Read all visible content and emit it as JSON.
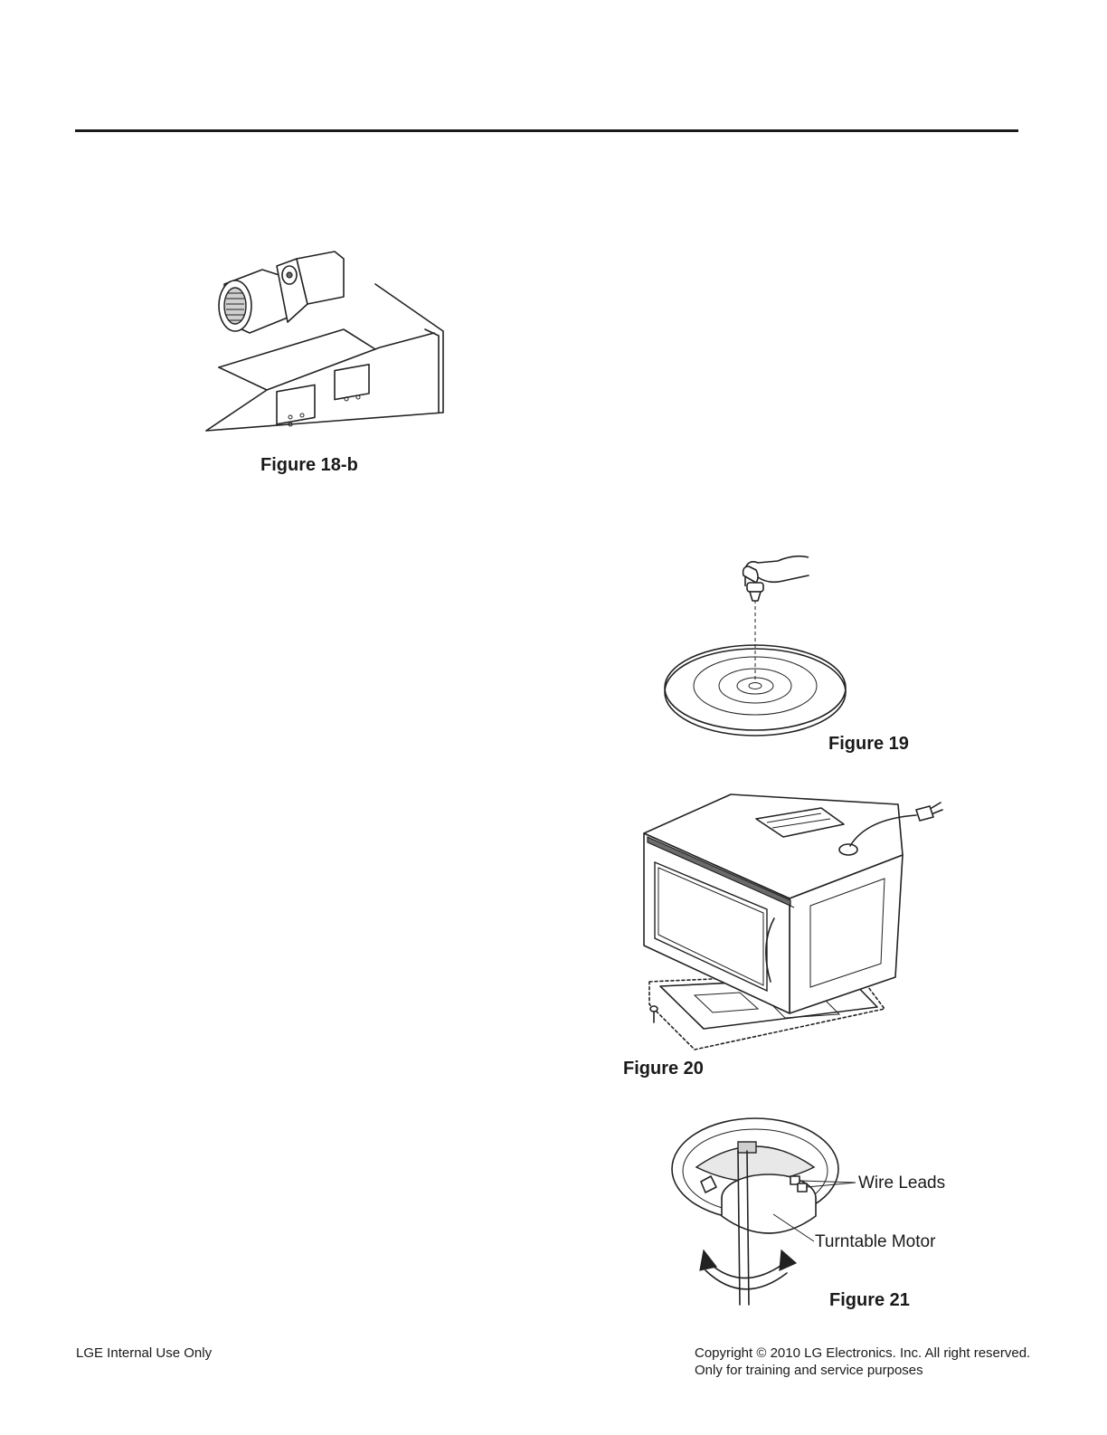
{
  "figures": {
    "fig18b": {
      "caption": "Figure 18-b"
    },
    "fig19": {
      "caption": "Figure 19"
    },
    "fig20": {
      "caption": "Figure 20"
    },
    "fig21": {
      "caption": "Figure 21",
      "labels": {
        "wire_leads": "Wire Leads",
        "turntable_motor": "Turntable Motor"
      }
    }
  },
  "footer": {
    "left": "LGE Internal Use Only",
    "copyright": "Copyright © 2010 LG Electronics. Inc. All right reserved.",
    "purpose": "Only for training and service purposes"
  }
}
